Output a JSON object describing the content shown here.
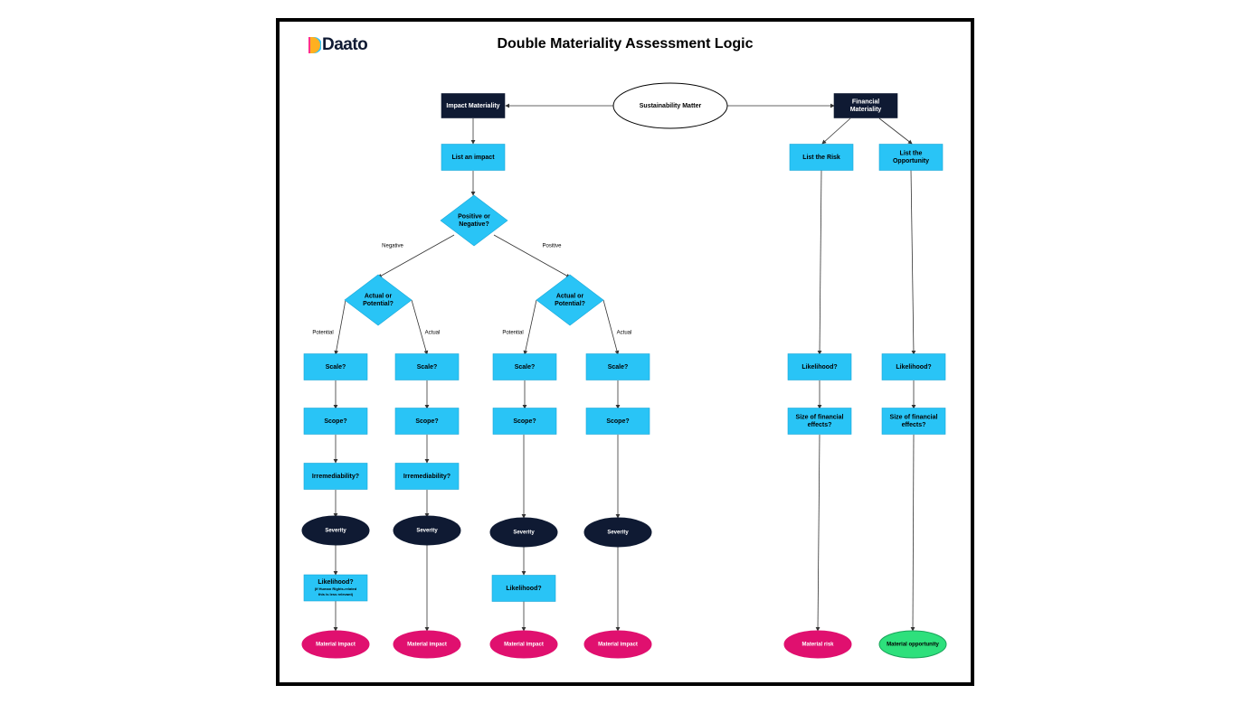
{
  "title": "Double Materiality Assessment Logic",
  "logo": {
    "text": "Daato",
    "colors": [
      "#ff2e8a",
      "#ffb020",
      "#2ec4ff"
    ]
  },
  "colors": {
    "dark": "#0f1a33",
    "blue": "#29c4f6",
    "pink": "#e0106f",
    "green": "#2ee07c",
    "line": "#333333"
  },
  "nodes": {
    "sustainability": "Sustainability Matter",
    "impact_materiality": "Impact Materiality",
    "financial_materiality": "Financial Materiality",
    "list_impact": "List an impact",
    "pos_neg": "Positive or Negative?",
    "actual_potential": "Actual or Potential?",
    "scale": "Scale?",
    "scope": "Scope?",
    "irremediability": "Irremediability?",
    "severity": "Severity",
    "likelihood": "Likelihood?",
    "likelihood_note": "(If Human Rights-related this is less relevant)",
    "material_impact": "Material impact",
    "list_risk": "List the Risk",
    "list_opportunity": "List the Opportunity",
    "size_financial": "Size of financial effects?",
    "material_risk": "Material risk",
    "material_opportunity": "Material opportunity"
  },
  "edge_labels": {
    "negative": "Negative",
    "positive": "Positive",
    "potential": "Potential",
    "actual": "Actual"
  }
}
